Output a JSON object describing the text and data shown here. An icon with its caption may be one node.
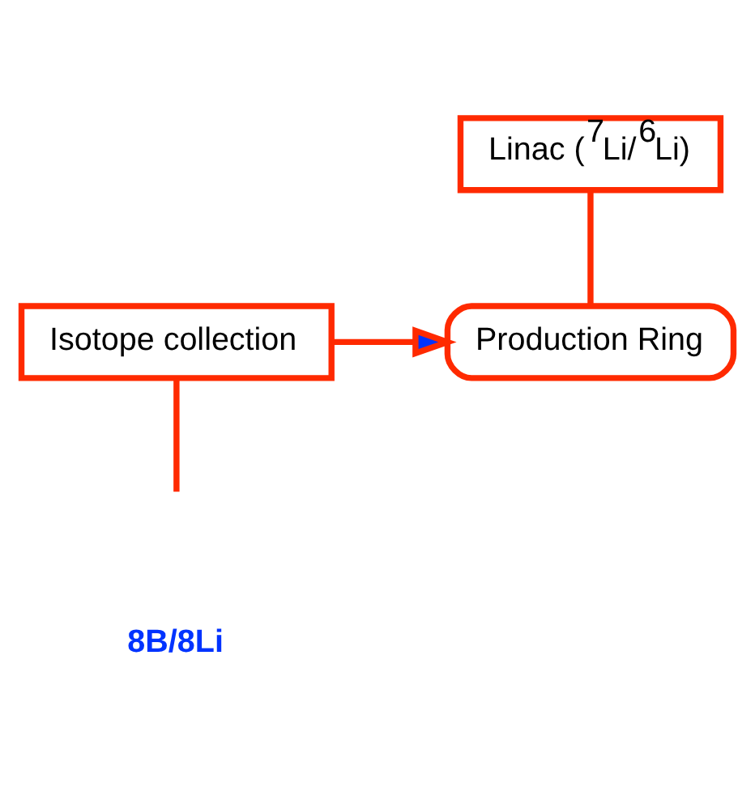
{
  "diagram": {
    "nodes": [
      {
        "text": [
          "Linac ($^{7}$Li/$^{6}$Li)"
        ]
      },
      {
        "text": [
          "Isotope collection"
        ]
      },
      {
        "text": [
          "Production Ring"
        ]
      }
    ],
    "edges": [
      {
        "from": 0,
        "to": 2,
        "arrow": "none"
      },
      {
        "from": 1,
        "to": 2,
        "arrow": "to"
      },
      {
        "from": 1,
        "to": null,
        "arrow": "none"
      }
    ],
    "labels": [
      "8B/8Li"
    ]
  }
}
